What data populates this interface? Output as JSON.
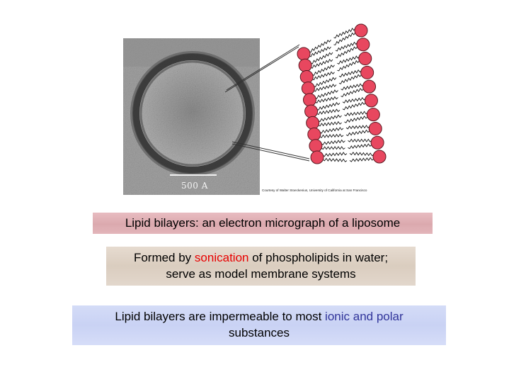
{
  "micrograph": {
    "scale_label": "500 A",
    "credit": "Courtesy of Walter Stoeckenius, University of California at San Francisco"
  },
  "captions": {
    "c1": {
      "text": "Lipid bilayers:  an electron micrograph of a liposome"
    },
    "c2": {
      "line1_pre": "Formed by ",
      "line1_highlight": "sonication",
      "line1_post": " of phospholipids in water;",
      "line2": "serve as model membrane systems"
    },
    "c3": {
      "line1_pre": "Lipid bilayers are impermeable to most ",
      "line1_highlight": "ionic and polar",
      "line2": "substances"
    }
  },
  "colors": {
    "headgroup": "#e8475f",
    "headgroup_stroke": "#5a1a22",
    "highlight_red": "#e80000",
    "highlight_blue": "#30349a"
  }
}
